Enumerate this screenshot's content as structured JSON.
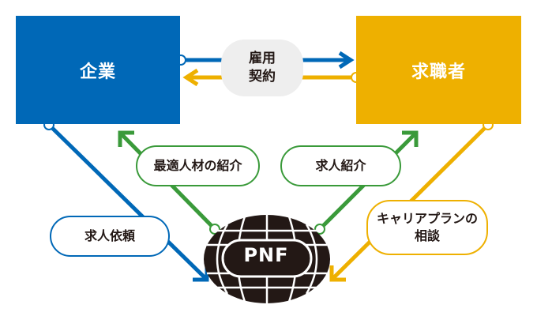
{
  "company": {
    "label": "企業",
    "color": "#0068b7"
  },
  "seeker": {
    "label": "求職者",
    "color": "#eeb000"
  },
  "contract": {
    "line1": "雇用",
    "line2": "契約"
  },
  "talent_intro": {
    "label": "最適人材の紹介"
  },
  "job_intro": {
    "label": "求人紹介"
  },
  "job_request": {
    "label": "求人依頼"
  },
  "career_consult": {
    "line1": "キャリアプラン",
    "line2": "の",
    "line3": "相談"
  },
  "pnf": {
    "label": "PNF"
  },
  "colors": {
    "blue": "#0068b7",
    "yellow": "#eeb000",
    "green": "#3a9a3a"
  }
}
